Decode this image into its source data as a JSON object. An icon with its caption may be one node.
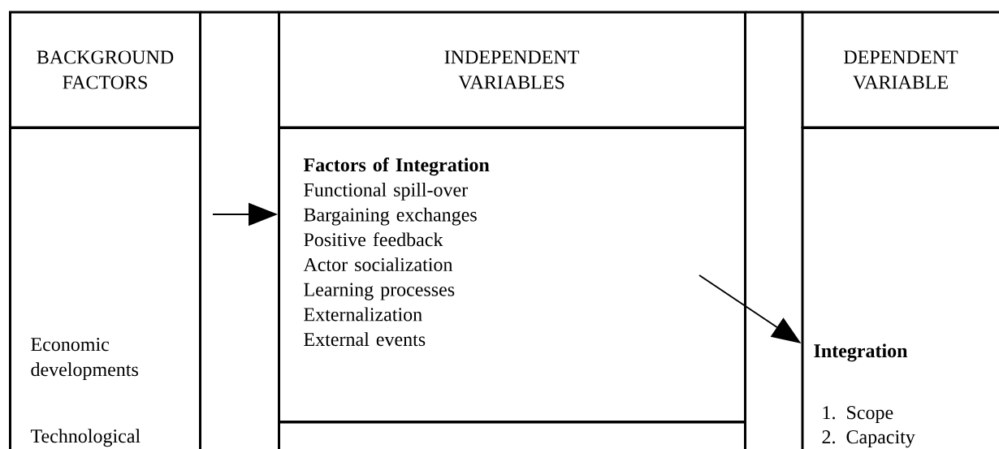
{
  "diagram": {
    "nodes": [
      {
        "text": [
          "BACKGROUND FACTORS"
        ]
      },
      {
        "text": [
          "Economic developments",
          "Technological"
        ]
      },
      {
        "text": [
          "INDEPENDENT VARIABLES"
        ]
      },
      {
        "text": [
          "Factors of Integration",
          "Functional spill-over",
          "Bargaining exchanges",
          "Positive feedback",
          "Actor socialization",
          "Learning processes",
          "Externalization",
          "External events"
        ]
      },
      {
        "text": [],
        "shape": "box"
      },
      {
        "text": [
          "DEPENDENT VARIABLE"
        ]
      },
      {
        "text": [
          "Integration",
          "1. Scope",
          "2. Capacity"
        ]
      }
    ],
    "edges": [
      {
        "from": null,
        "to": 3,
        "arrow": "to"
      },
      {
        "from": 3,
        "to": 6,
        "arrow": "to"
      }
    ]
  }
}
